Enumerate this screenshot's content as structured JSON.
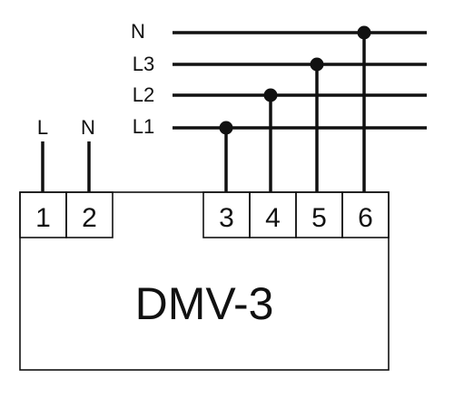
{
  "device": {
    "name": "DMV-3"
  },
  "supply_labels": {
    "line": "L",
    "neutral": "N"
  },
  "bus_labels": {
    "n": "N",
    "l3": "L3",
    "l2": "L2",
    "l1": "L1"
  },
  "terminals": [
    "1",
    "2",
    "3",
    "4",
    "5",
    "6"
  ],
  "colors": {
    "stroke": "#111111",
    "background": "#ffffff"
  }
}
